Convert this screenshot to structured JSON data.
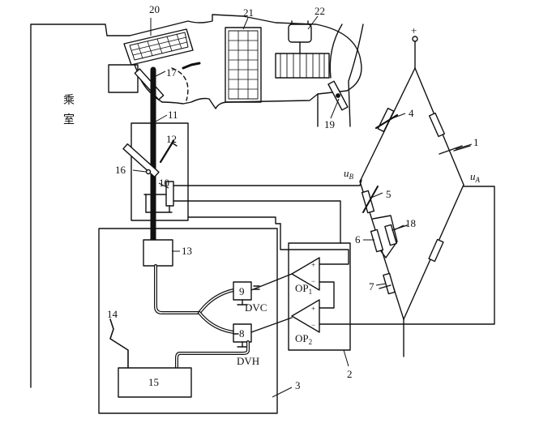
{
  "labels": {
    "n1": "1",
    "n2": "2",
    "n3": "3",
    "n4": "4",
    "n5": "5",
    "n6": "6",
    "n7": "7",
    "n8": "8",
    "n9": "9",
    "n10": "10",
    "n11": "11",
    "n12": "12",
    "n13": "13",
    "n14": "14",
    "n15": "15",
    "n16": "16",
    "n17": "17",
    "n18": "18",
    "n19": "19",
    "n20": "20",
    "n21": "21",
    "n22": "22"
  },
  "cabin": {
    "char1": "乘",
    "char2": "室"
  },
  "terminals": {
    "plus": "+",
    "uB_base": "u",
    "uB_sub": "B",
    "uA_base": "u",
    "uA_sub": "A"
  },
  "opamps": {
    "op1_base": "OP",
    "op1_sub": "1",
    "op2_base": "OP",
    "op2_sub": "2",
    "plus_sign": "+",
    "minus_sign": "−"
  },
  "valves": {
    "dvc": "DVC",
    "dvh": "DVH"
  },
  "colors": {
    "ink": "#111111",
    "background": "#ffffff"
  }
}
